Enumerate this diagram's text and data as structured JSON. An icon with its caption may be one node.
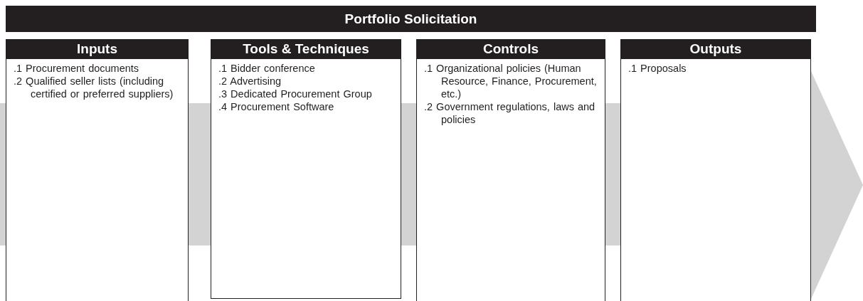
{
  "diagram": {
    "nodes": [
      {
        "text": [
          "Portfolio Solicitation"
        ]
      },
      {
        "text": [
          "Inputs",
          ".1 Procurement documents",
          ".2 Qualified seller lists (including certified or preferred suppliers)"
        ]
      },
      {
        "text": [
          "Tools & Techniques",
          ".1 Bidder conference",
          ".2 Advertising",
          ".3 Dedicated Procurement Group",
          ".4 Procurement Software"
        ]
      },
      {
        "text": [
          "Controls",
          ".1 Organizational policies (Human Resource, Finance, Procurement, etc.)",
          ".2 Government regulations, laws and policies"
        ]
      },
      {
        "text": [
          "Outputs",
          ".1 Proposals"
        ]
      }
    ]
  }
}
